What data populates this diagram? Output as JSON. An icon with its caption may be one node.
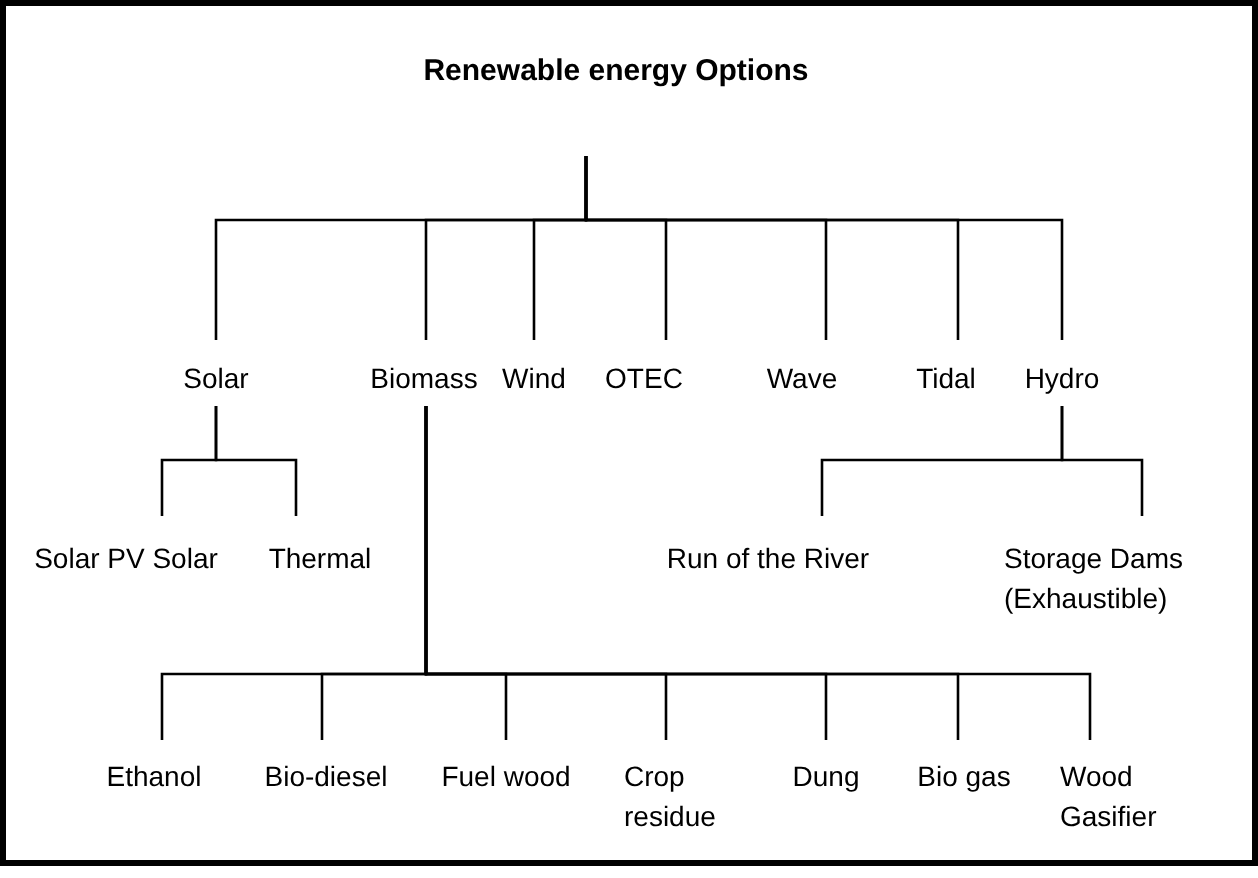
{
  "diagram": {
    "nodes": [
      {
        "text": [
          "Renewable energy Options"
        ]
      },
      {
        "text": [
          "Solar"
        ]
      },
      {
        "text": [
          "Biomass"
        ]
      },
      {
        "text": [
          "Wind"
        ]
      },
      {
        "text": [
          "OTEC"
        ]
      },
      {
        "text": [
          "Wave"
        ]
      },
      {
        "text": [
          "Tidal"
        ]
      },
      {
        "text": [
          "Hydro"
        ]
      },
      {
        "text": [
          "Solar PV Solar"
        ]
      },
      {
        "text": [
          "Thermal"
        ]
      },
      {
        "text": [
          "Run of the River"
        ]
      },
      {
        "text": [
          "Storage Dams (Exhaustible)"
        ]
      },
      {
        "text": [
          "Ethanol"
        ]
      },
      {
        "text": [
          "Bio-diesel"
        ]
      },
      {
        "text": [
          "Fuel wood"
        ]
      },
      {
        "text": [
          "Crop residue"
        ]
      },
      {
        "text": [
          "Dung"
        ]
      },
      {
        "text": [
          "Bio gas"
        ]
      },
      {
        "text": [
          "Wood Gasifier"
        ]
      }
    ],
    "edges": [
      {
        "from": 0,
        "to": 1,
        "arrow": "none"
      },
      {
        "from": 0,
        "to": 2,
        "arrow": "none"
      },
      {
        "from": 0,
        "to": 3,
        "arrow": "none"
      },
      {
        "from": 0,
        "to": 4,
        "arrow": "none"
      },
      {
        "from": 0,
        "to": 5,
        "arrow": "none"
      },
      {
        "from": 0,
        "to": 6,
        "arrow": "none"
      },
      {
        "from": 0,
        "to": 7,
        "arrow": "none"
      },
      {
        "from": 1,
        "to": 8,
        "arrow": "none"
      },
      {
        "from": 1,
        "to": 9,
        "arrow": "none"
      },
      {
        "from": 7,
        "to": 10,
        "arrow": "none"
      },
      {
        "from": 7,
        "to": 11,
        "arrow": "none"
      },
      {
        "from": 2,
        "to": 12,
        "arrow": "none"
      },
      {
        "from": 2,
        "to": 13,
        "arrow": "none"
      },
      {
        "from": 2,
        "to": 14,
        "arrow": "none"
      },
      {
        "from": 2,
        "to": 15,
        "arrow": "none"
      },
      {
        "from": 2,
        "to": 16,
        "arrow": "none"
      },
      {
        "from": 2,
        "to": 17,
        "arrow": "none"
      },
      {
        "from": 2,
        "to": 18,
        "arrow": "none"
      }
    ]
  }
}
